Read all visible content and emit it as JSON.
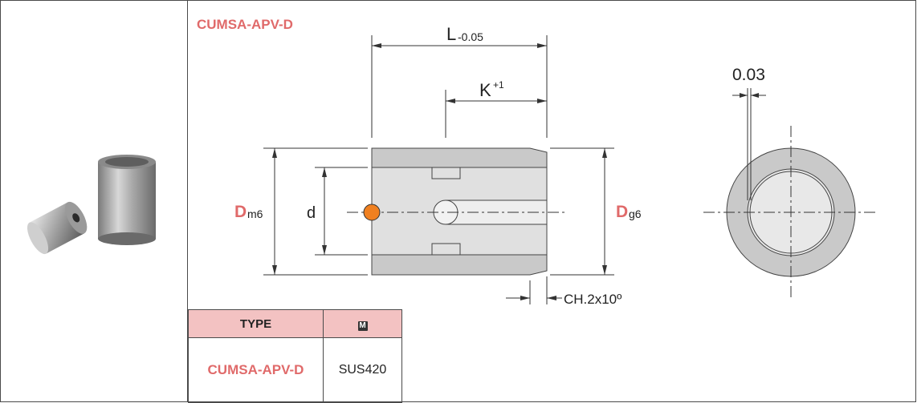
{
  "title": "CUMSA-APV-D",
  "dimensions": {
    "L": "L",
    "L_tol": "-0.05",
    "K": "K",
    "K_tol": "+1",
    "D_left": "D",
    "D_left_tol": "m6",
    "d": "d",
    "D_right": "D",
    "D_right_tol": "g6",
    "chamfer": "CH.2x10º",
    "gap": "0.03"
  },
  "table": {
    "type_header": "TYPE",
    "material_badge": "M",
    "rows": [
      {
        "type": "CUMSA-APV-D",
        "material": "SUS420"
      }
    ]
  },
  "colors": {
    "accent": "#e06a6a",
    "header_bg": "#f3c2c2",
    "dot": "#f08020"
  }
}
